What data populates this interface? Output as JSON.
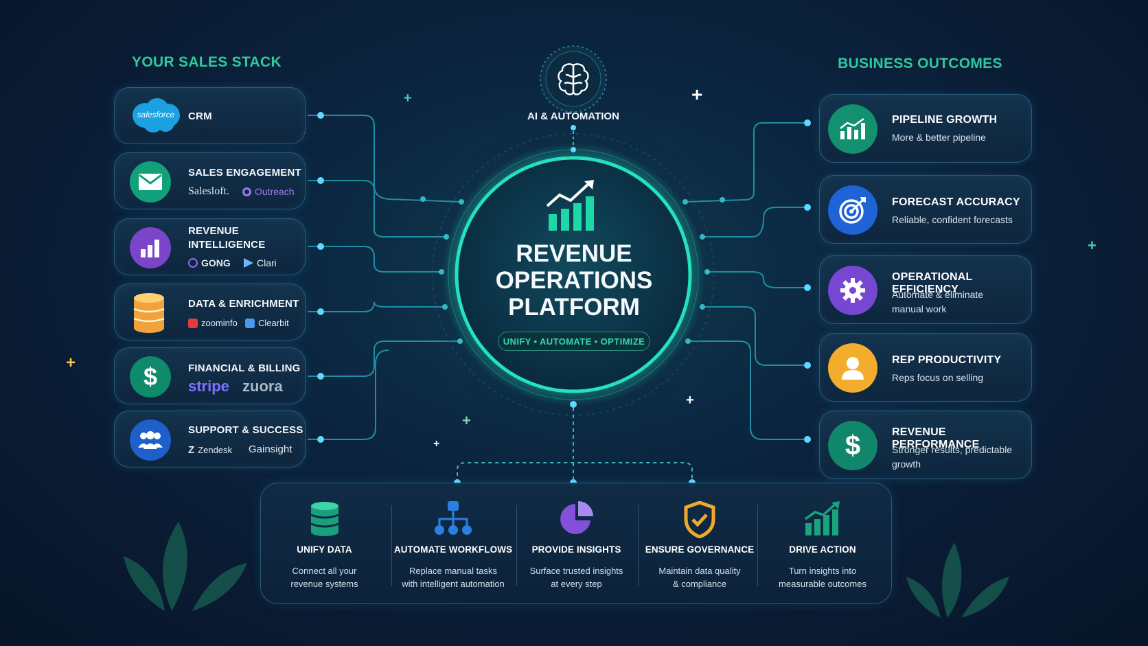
{
  "sections": {
    "left_title": "YOUR SALES STACK",
    "right_title": "BUSINESS OUTCOMES"
  },
  "center": {
    "ai_label": "AI & AUTOMATION",
    "title_line1": "REVENUE",
    "title_line2": "OPERATIONS",
    "title_line3": "PLATFORM",
    "tagline": "UNIFY • AUTOMATE • OPTIMIZE"
  },
  "stack": [
    {
      "title": "CRM",
      "icon": "salesforce-logo",
      "logo_text": "salesforce",
      "color": "#1ba0e2"
    },
    {
      "title": "SALES ENGAGEMENT",
      "icon": "envelope-icon",
      "brands": [
        "Salesloft.",
        "Outreach"
      ],
      "color": "#12a07a"
    },
    {
      "title_line1": "REVENUE",
      "title_line2": "INTELLIGENCE",
      "icon": "bar-chart-icon",
      "brands": [
        "GONG",
        "Clari"
      ],
      "color": "#7a45c9"
    },
    {
      "title": "DATA & ENRICHMENT",
      "icon": "database-icon",
      "brands": [
        "zoominfo",
        "Clearbit"
      ],
      "color": "#f2a43a"
    },
    {
      "title": "FINANCIAL & BILLING",
      "icon": "dollar-icon",
      "brands": [
        "stripe",
        "zuora"
      ],
      "color": "#0f8a6a"
    },
    {
      "title": "SUPPORT & SUCCESS",
      "icon": "users-icon",
      "brands": [
        "Zendesk",
        "Gainsight"
      ],
      "color": "#1f5fc9"
    }
  ],
  "outcomes": [
    {
      "title": "PIPELINE GROWTH",
      "desc_line1": "More & better pipeline",
      "desc_line2": "",
      "icon": "growth-chart-icon",
      "color": "#12906f"
    },
    {
      "title": "FORECAST ACCURACY",
      "desc_line1": "Reliable, confident forecasts",
      "desc_line2": "",
      "icon": "target-icon",
      "color": "#1f63d6"
    },
    {
      "title": "OPERATIONAL EFFICIENCY",
      "desc_line1": "Automate & eliminate",
      "desc_line2": "manual work",
      "icon": "gear-icon",
      "color": "#7647d1"
    },
    {
      "title": "REP PRODUCTIVITY",
      "desc_line1": "Reps focus on selling",
      "desc_line2": "",
      "icon": "person-icon",
      "color": "#f3ad2c"
    },
    {
      "title": "REVENUE PERFORMANCE",
      "desc_line1": "Stronger results, predictable",
      "desc_line2": "growth",
      "icon": "dollar-icon",
      "color": "#10876a"
    }
  ],
  "capabilities": [
    {
      "title": "UNIFY DATA",
      "desc_line1": "Connect all your",
      "desc_line2": "revenue systems",
      "icon": "database-icon",
      "color": "#1aa07c"
    },
    {
      "title": "AUTOMATE WORKFLOWS",
      "desc_line1": "Replace manual tasks",
      "desc_line2": "with intelligent automation",
      "icon": "workflow-icon",
      "color": "#2a7fe0"
    },
    {
      "title": "PROVIDE INSIGHTS",
      "desc_line1": "Surface trusted insights",
      "desc_line2": "at every step",
      "icon": "pie-chart-icon",
      "color": "#8250d9"
    },
    {
      "title": "ENSURE GOVERNANCE",
      "desc_line1": "Maintain data quality",
      "desc_line2": "& compliance",
      "icon": "shield-check-icon",
      "color": "#f0a92c"
    },
    {
      "title": "DRIVE ACTION",
      "desc_line1": "Turn insights into",
      "desc_line2": "measurable outcomes",
      "icon": "growth-chart-icon",
      "color": "#18a47c"
    }
  ],
  "colors": {
    "accent_teal": "#2fd3b0",
    "wire": "#1f8fa0",
    "background": "#0a1b33"
  }
}
